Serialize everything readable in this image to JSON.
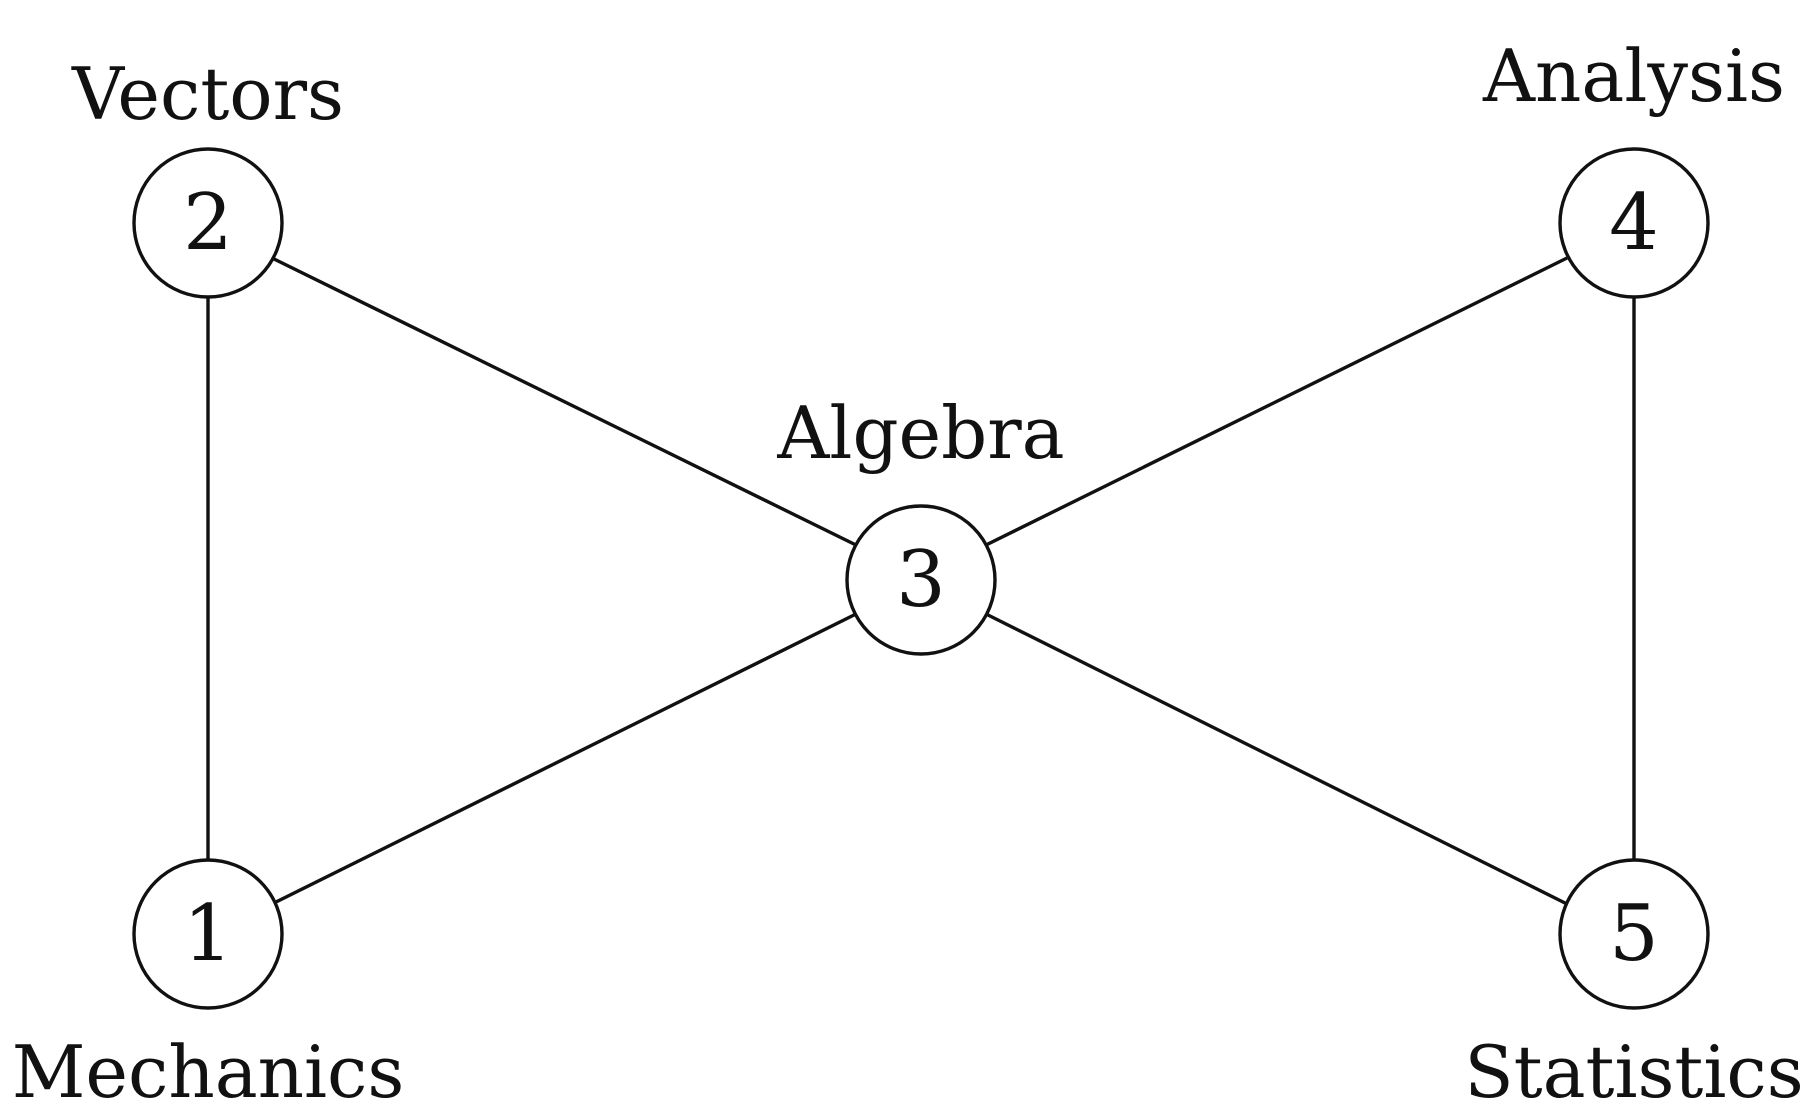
{
  "nodes": [
    {
      "id": "1",
      "number": "1",
      "label": "Mechanics"
    },
    {
      "id": "2",
      "number": "2",
      "label": "Vectors"
    },
    {
      "id": "3",
      "number": "3",
      "label": "Algebra"
    },
    {
      "id": "4",
      "number": "4",
      "label": "Analysis"
    },
    {
      "id": "5",
      "number": "5",
      "label": "Statistics"
    }
  ],
  "edges": [
    {
      "from": "1",
      "to": "2"
    },
    {
      "from": "2",
      "to": "3"
    },
    {
      "from": "1",
      "to": "3"
    },
    {
      "from": "3",
      "to": "4"
    },
    {
      "from": "3",
      "to": "5"
    },
    {
      "from": "4",
      "to": "5"
    }
  ]
}
